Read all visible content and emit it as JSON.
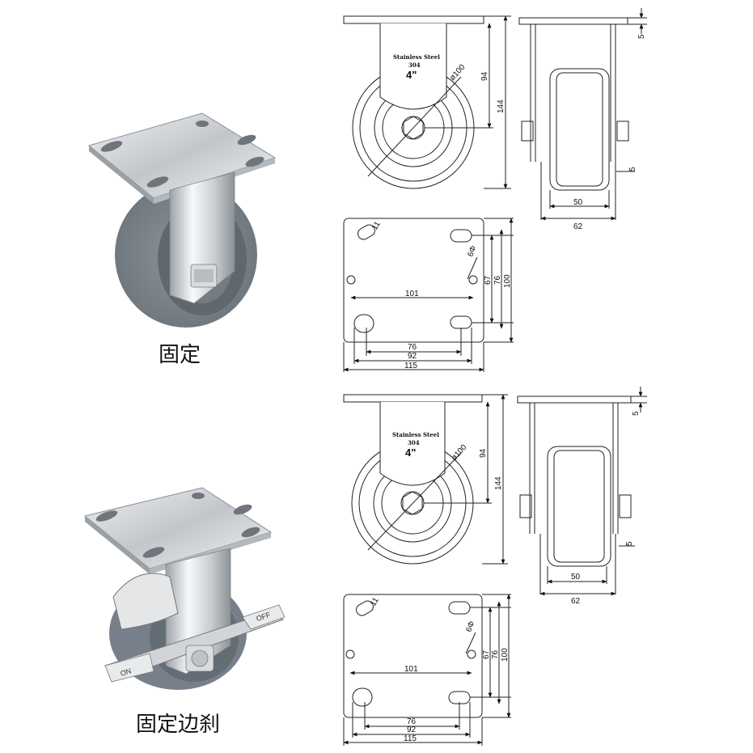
{
  "captions": {
    "fixed": "固定",
    "fixed_brake": "固定边刹"
  },
  "stamp": {
    "material": "Stainless Steel",
    "grade": "304",
    "size": "4\""
  },
  "brake": {
    "off_label": "OFF",
    "on_label": "ON"
  },
  "front_view": {
    "diameter": "ø100",
    "axle_height": "94",
    "total_height": "144"
  },
  "side_view": {
    "plate_thickness": "5",
    "axle_offset": "5",
    "wheel_width": "50",
    "bracket_width": "62"
  },
  "plate_view": {
    "hole_span_wide": "101",
    "hole_diameter": "6Φ",
    "slot_dim": "11",
    "v67": "67",
    "v76": "76",
    "v100": "100",
    "h76": "76",
    "h92": "92",
    "h115": "115"
  },
  "colors": {
    "steel": "#c9ccd0",
    "wheel": "#7d858c",
    "line": "#222222"
  }
}
